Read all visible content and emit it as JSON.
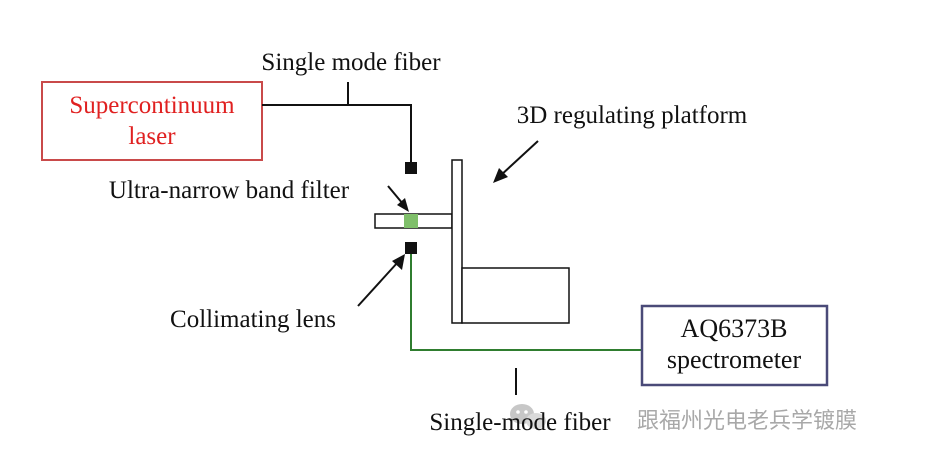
{
  "labels": {
    "fiber_top": "Single mode fiber",
    "laser_line1": "Supercontinuum",
    "laser_line2": "laser",
    "platform": "3D regulating platform",
    "filter": "Ultra-narrow band filter",
    "lens": "Collimating lens",
    "spec_line1": "AQ6373B",
    "spec_line2": "spectrometer",
    "fiber_bottom": "Single-mode fiber"
  },
  "watermark": {
    "text": "跟福州光电老兵学镀膜"
  },
  "colors": {
    "laser_text": "#e02020",
    "laser_border": "#c94a4a",
    "spectrometer_border": "#4a4a78",
    "green_fiber": "#2f7d2f",
    "filter_green": "#7fbf6a",
    "black": "#111111",
    "watermark": "#9a9a9a"
  },
  "icons": {
    "watermark": "wechat-icon"
  }
}
